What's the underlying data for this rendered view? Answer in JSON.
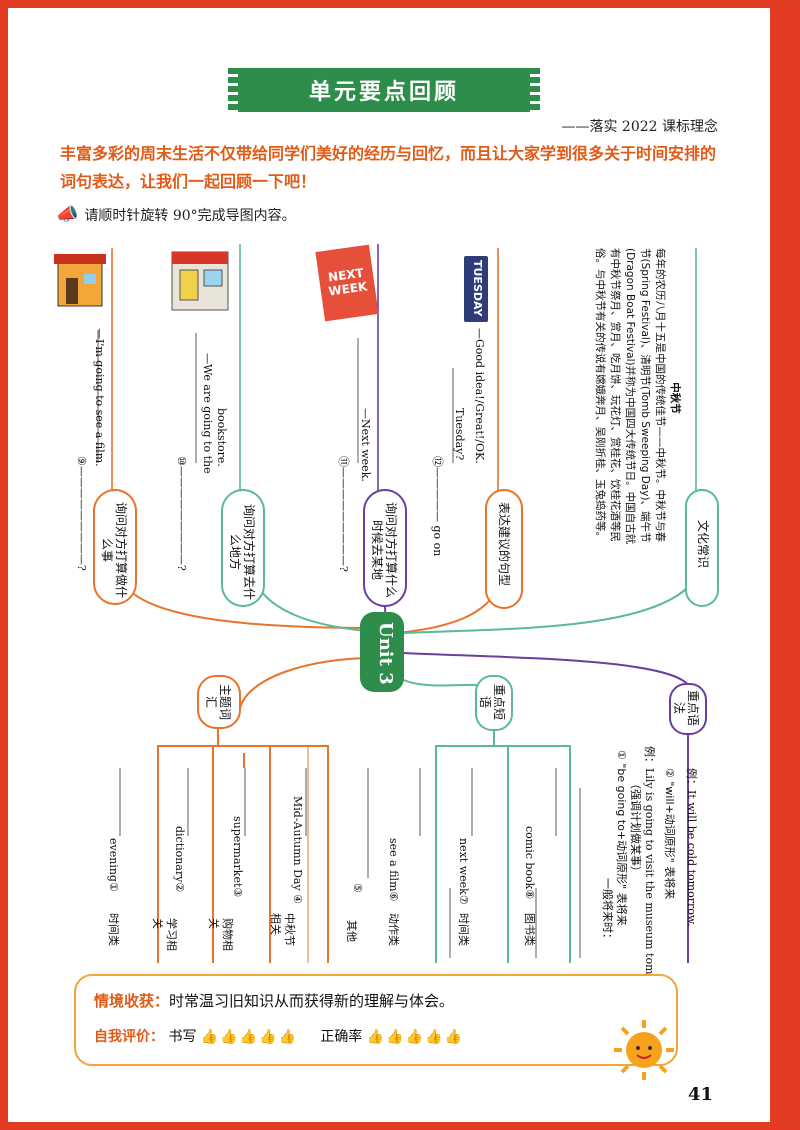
{
  "header": {
    "title": "单元要点回顾",
    "subtitle": "——落实 2022 课标理念",
    "intro": "丰富多彩的周末生活不仅带给同学们美好的经历与回忆，而且让大家学到很多关于时间安排的词句表达，让我们一起回顾一下吧！",
    "instruction": "请顺时针旋转 90°完成导图内容。"
  },
  "center": {
    "label": "Unit 3"
  },
  "branches": {
    "b1": {
      "oval": "询问对方打算做什么事",
      "q": "⑨",
      "line2": "—I'm going to see a film."
    },
    "b2": {
      "oval": "询问对方打算去什么地方",
      "q": "⑩",
      "line2": "—We are going to the",
      "line3": "bookstore."
    },
    "b3": {
      "oval": "询问对方打算什么时候去某地",
      "q": "⑪",
      "line2": "—Next week."
    },
    "b4": {
      "oval": "表达建议的句型",
      "q": "⑫",
      "q_end": "go on",
      "line2": "Tuesday?",
      "line3": "—Good idea!/Great!/OK."
    },
    "b5": {
      "oval": "文化常识"
    }
  },
  "culture": {
    "title": "中秋节",
    "text": "每年的农历八月十五是中国的传统佳节——中秋节。中秋节与春节(Spring Festival)、清明节(Tomb Sweeping Day)、端午节(Dragon Boat Festival)并称为中国四大传统节日。中国自古就有中秋节祭月、赏月、吃月饼、玩花灯、赏桂花、饮桂花酒等民俗。与中秋节有关的传说有嫦娥奔月、吴刚折桂、玉兔捣药等。"
  },
  "lower": {
    "vocab": {
      "oval": "主题词汇",
      "items": [
        {
          "cat": "时间类",
          "word": "evening①"
        },
        {
          "cat": "学习相关",
          "word": "dictionary②"
        },
        {
          "cat": "购物相关",
          "word": "supermarket③"
        },
        {
          "cat": "中秋节相关",
          "word": "Mid-Autumn Day ④"
        },
        {
          "cat": "其他",
          "word": "⑤"
        },
        {
          "cat": "动作类",
          "word": "see a film⑥"
        }
      ]
    },
    "phrases": {
      "oval": "重点短语",
      "items": [
        {
          "cat": "时间类",
          "word": "next week⑦"
        },
        {
          "cat": "图书类",
          "word": "comic book⑧"
        }
      ]
    },
    "grammar": {
      "oval": "重点语法",
      "g_title": "一般将来时：",
      "g1": "① \"be going to+动词原形\" 表将来",
      "g1b": "（强调计划做某事）",
      "g1c": "例：Lily is going to visit the museum tomorrow.",
      "g2": "② \"will+动词原形\" 表将来",
      "g2c": "例：It will be cold tomorrow."
    }
  },
  "images": {
    "next_week": "NEXT WEEK",
    "tuesday": "TUESDAY"
  },
  "footer": {
    "gain_label": "情境收获：",
    "gain_text": "时常温习旧知识从而获得新的理解与体会。",
    "eval_label": "自我评价：",
    "write_label": "书写",
    "acc_label": "正确率",
    "thumbs": "👍👍👍👍👍"
  },
  "page_number": "41",
  "colors": {
    "green": "#2f8d4c",
    "orange": "#e8742a",
    "purple": "#6a3fa0",
    "teal": "#5bb99b",
    "red": "#e23b22"
  }
}
